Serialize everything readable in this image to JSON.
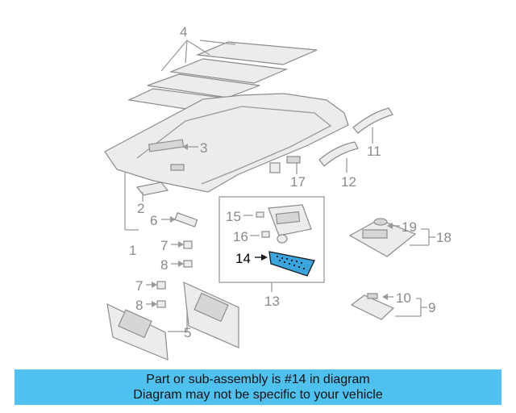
{
  "callouts": {
    "c1": "1",
    "c2": "2",
    "c3": "3",
    "c4": "4",
    "c5": "5",
    "c6": "6",
    "c7a": "7",
    "c7b": "7",
    "c8a": "8",
    "c8b": "8",
    "c9": "9",
    "c10": "10",
    "c11": "11",
    "c12": "12",
    "c13": "13",
    "c14": "14",
    "c15": "15",
    "c16": "16",
    "c17": "17",
    "c18": "18",
    "c19": "19"
  },
  "highlight_color": "#3aa4dc",
  "banner": {
    "line1": "Part or sub-assembly is #14 in diagram",
    "line2": "Diagram may not be specific to your vehicle",
    "color": "#4fc1ee"
  }
}
